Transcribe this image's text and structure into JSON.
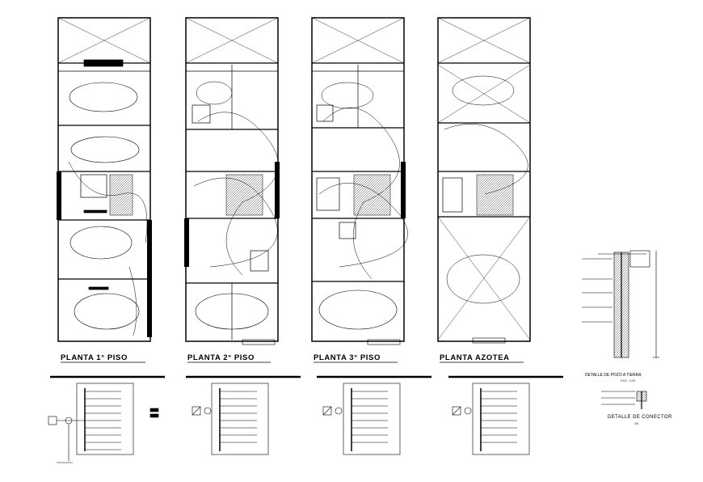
{
  "floor_titles": [
    "PLANTA 1° PISO",
    "PLANTA 2° PISO",
    "PLANTA 3° PISO",
    "PLANTA AZOTEA"
  ],
  "grounding_detail_title": "DETALLE DE POZO A TIERRA",
  "grounding_scale": "ESC. 1/25",
  "connector_detail_title": "DETALLE DE CONECTOR",
  "connector_scale": "SE",
  "colors": {
    "ink": "#000000",
    "paper": "#ffffff"
  }
}
